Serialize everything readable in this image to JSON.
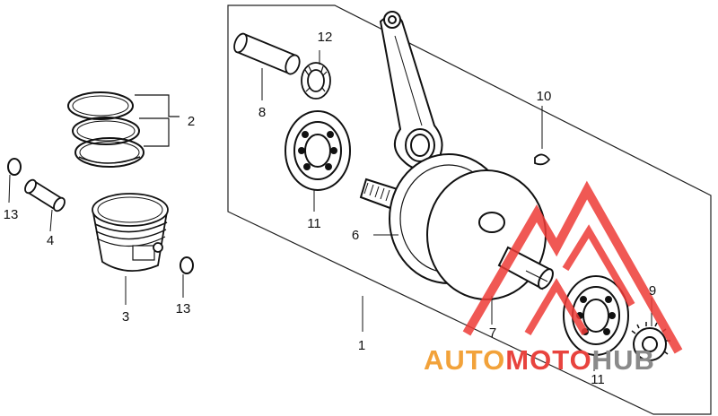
{
  "callouts": {
    "c1": "1",
    "c2": "2",
    "c3": "3",
    "c4": "4",
    "c6": "6",
    "c7": "7",
    "c8": "8",
    "c9": "9",
    "c10": "10",
    "c11a": "11",
    "c11b": "11",
    "c12": "12",
    "c13a": "13",
    "c13b": "13"
  },
  "watermark": {
    "part1": "AUTO",
    "part2": "MOTO",
    "part3": "HUB",
    "colors": {
      "orange": "#f2a23a",
      "red": "#e8433e",
      "gray": "#8a8a8a",
      "logo": "#ee3b37"
    }
  }
}
